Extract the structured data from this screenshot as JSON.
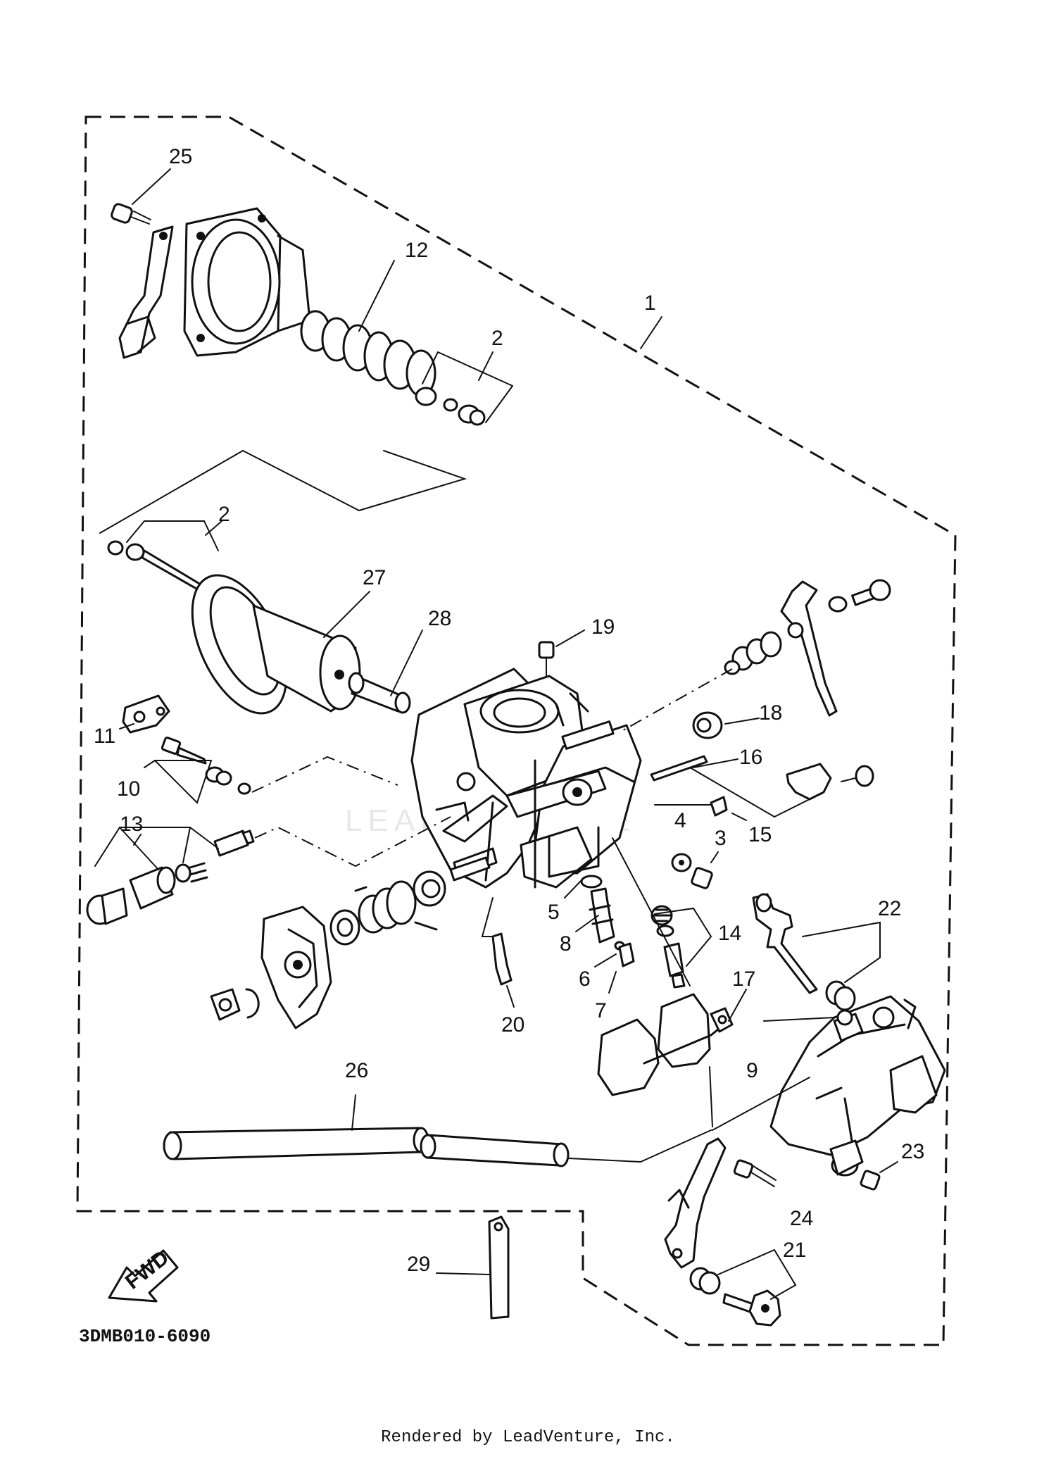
{
  "diagram": {
    "code": "3DMB010-6090",
    "fwd_label": "FWD",
    "watermark": "LEADVENTURE",
    "footer": "Rendered by LeadVenture, Inc.",
    "callouts": {
      "c1": "1",
      "c2a": "2",
      "c2b": "2",
      "c3": "3",
      "c4": "4",
      "c5": "5",
      "c6": "6",
      "c7": "7",
      "c8": "8",
      "c9": "9",
      "c10": "10",
      "c11": "11",
      "c12": "12",
      "c13": "13",
      "c14": "14",
      "c15": "15",
      "c16": "16",
      "c17": "17",
      "c18": "18",
      "c19": "19",
      "c20": "20",
      "c21": "21",
      "c22": "22",
      "c23": "23",
      "c24": "24",
      "c25": "25",
      "c26": "26",
      "c27": "27",
      "c28": "28",
      "c29": "29"
    }
  }
}
